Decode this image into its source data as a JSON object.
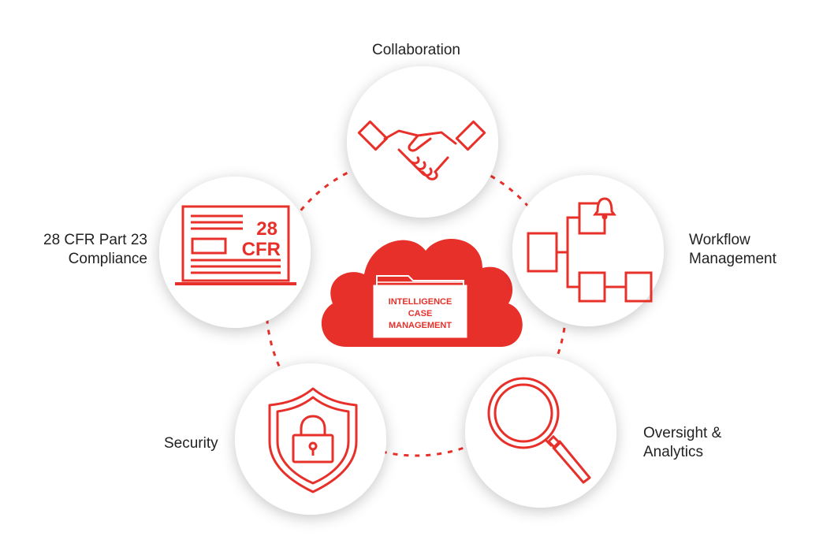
{
  "center": {
    "lines": [
      "INTELLIGENCE",
      "CASE",
      "MANAGEMENT"
    ]
  },
  "nodes": {
    "collaboration": {
      "label": [
        "Collaboration"
      ],
      "icon": "handshake-icon"
    },
    "workflow": {
      "label": [
        "Workflow",
        "Management"
      ],
      "icon": "workflow-icon"
    },
    "oversight": {
      "label": [
        "Oversight &",
        "Analytics"
      ],
      "icon": "magnifier-icon"
    },
    "security": {
      "label": [
        "Security"
      ],
      "icon": "shield-lock-icon"
    },
    "cfr": {
      "label": [
        "28 CFR Part 23",
        "Compliance"
      ],
      "icon": "laptop-cfr-icon",
      "screen_text": [
        "28",
        "CFR"
      ]
    }
  },
  "colors": {
    "accent": "#e8302a",
    "circle": "#ffffff",
    "text": "#222222",
    "ring": "#e8302a"
  }
}
